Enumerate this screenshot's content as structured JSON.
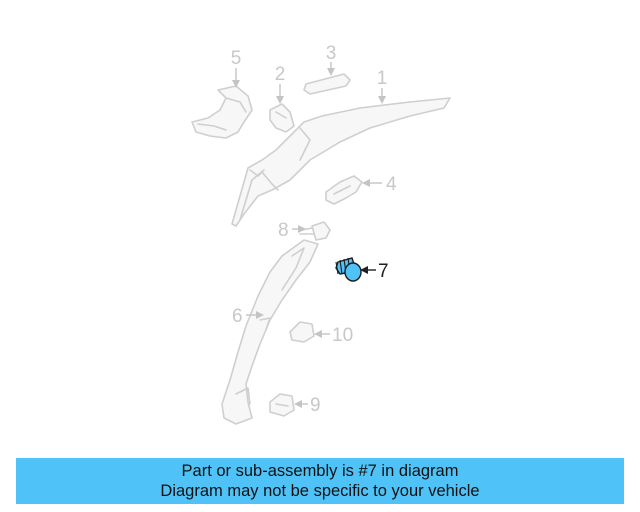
{
  "colors": {
    "highlight": "#4fc3f7",
    "banner_bg": "#4fc3f7",
    "ghost_line": "#cfcfcf",
    "active_line": "#222222"
  },
  "diagram": {
    "highlighted_part": "7",
    "callouts": [
      "1",
      "2",
      "3",
      "4",
      "5",
      "6",
      "7",
      "8",
      "9",
      "10"
    ]
  },
  "banner": {
    "line1": "Part or sub-assembly is #7 in diagram",
    "line2": "Diagram may not be specific to your vehicle"
  }
}
